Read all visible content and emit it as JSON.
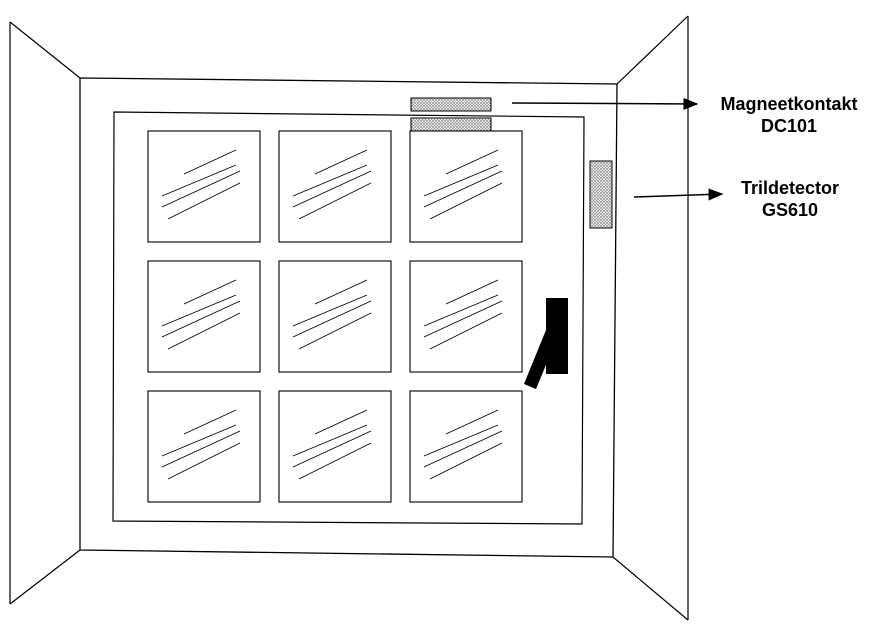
{
  "labels": {
    "magnet_contact": {
      "name": "Magneetkontakt",
      "model": "DC101"
    },
    "vibration_detector": {
      "name": "Trildetector",
      "model": "GS610"
    }
  },
  "colors": {
    "line": "#000000",
    "sensor_fill": "#bdbdbd",
    "background": "#ffffff",
    "handle": "#000000"
  },
  "window": {
    "pane_rows": 3,
    "pane_columns": 3
  }
}
